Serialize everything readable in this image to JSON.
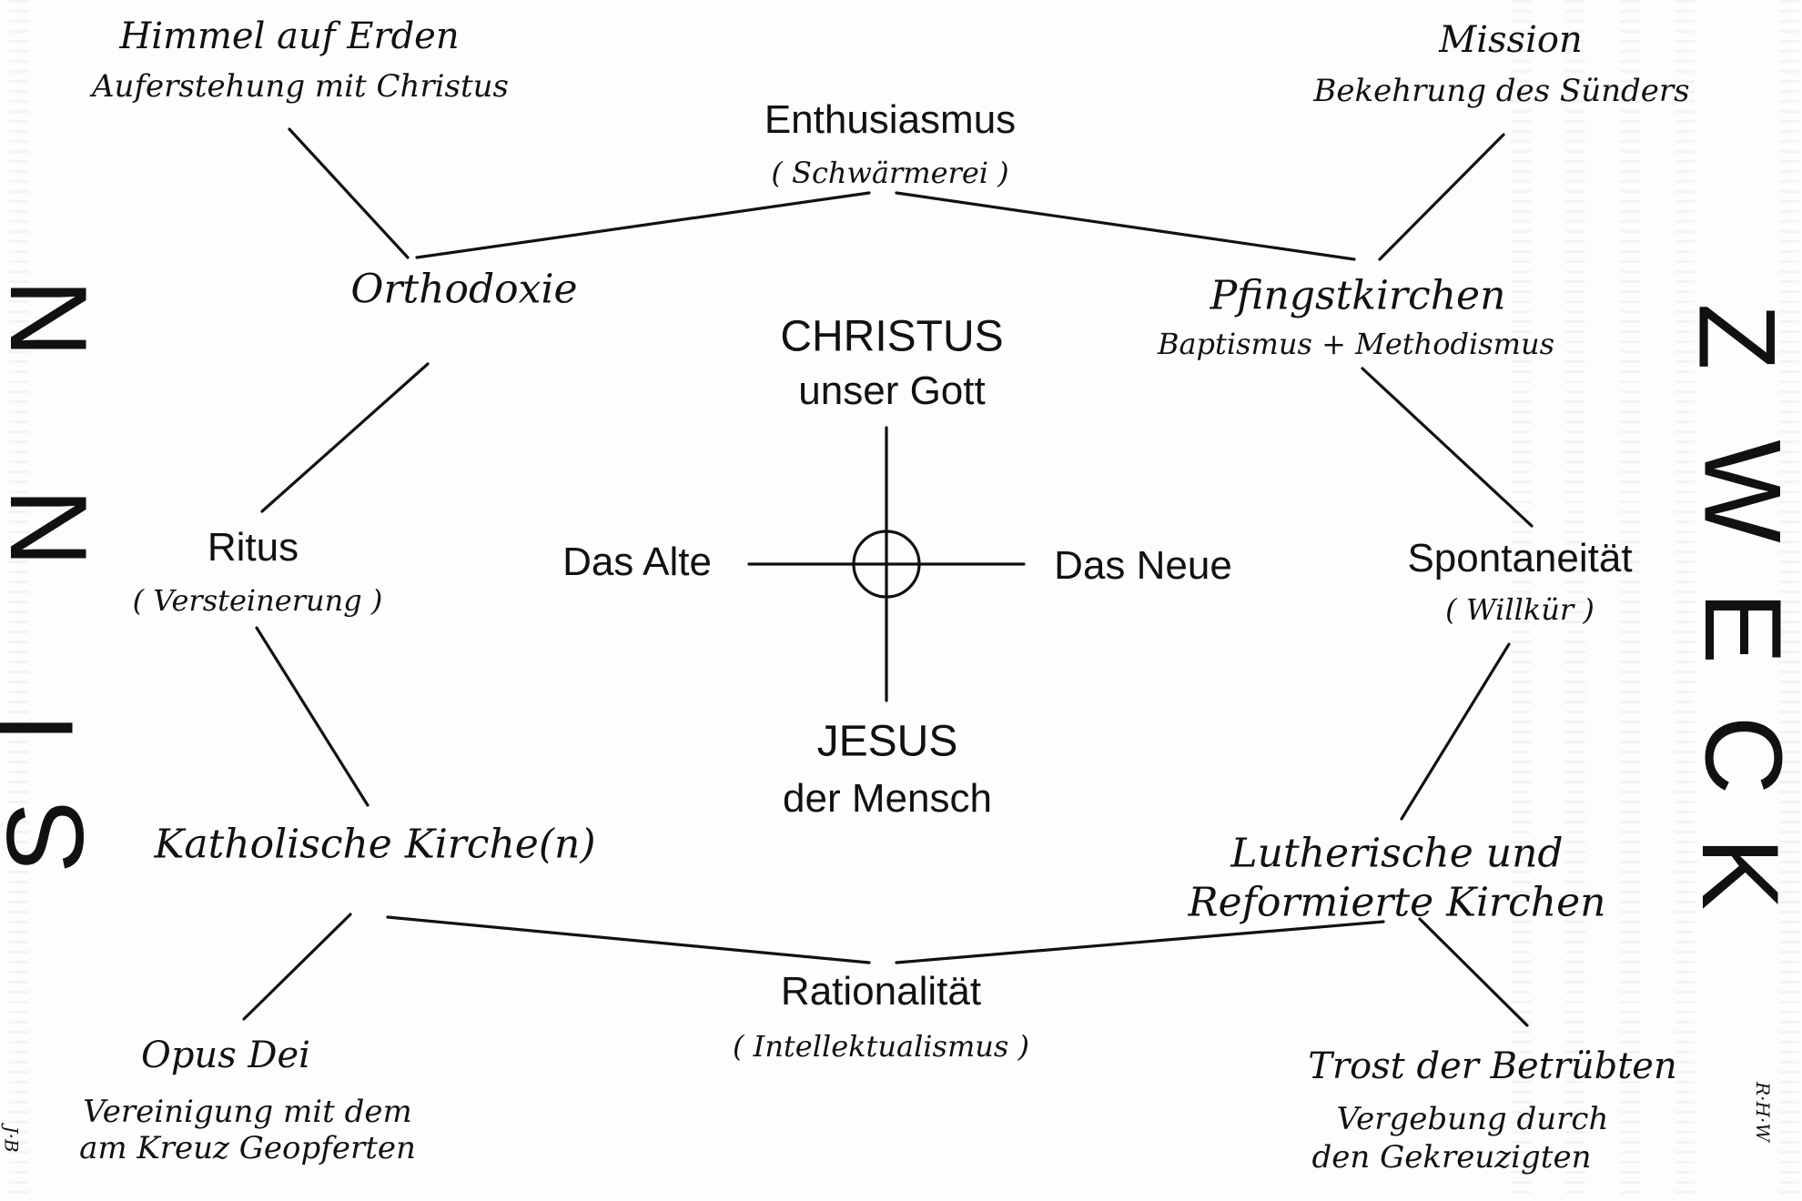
{
  "corners": {
    "top_left": {
      "title": "Himmel auf Erden",
      "subtitle": "Auferstehung mit Christus"
    },
    "top_right": {
      "title": "Mission",
      "subtitle": "Bekehrung des Sünders"
    },
    "bottom_left": {
      "title": "Opus Dei",
      "subtitle_line1": "Vereinigung mit dem",
      "subtitle_line2": "am Kreuz Geopferten"
    },
    "bottom_right": {
      "title": "Trost der Betrübten",
      "subtitle_line1": "Vergebung durch",
      "subtitle_line2": "den Gekreuzigten"
    }
  },
  "poles": {
    "top": {
      "label": "Enthusiasmus",
      "paren": "( Schwärmerei )"
    },
    "bottom": {
      "label": "Rationalität",
      "paren": "( Intellektualismus )"
    },
    "left": {
      "label": "Ritus",
      "paren": "( Versteinerung )"
    },
    "right": {
      "label": "Spontaneität",
      "paren": "( Willkür )"
    }
  },
  "churches": {
    "orthodoxie": "Orthodoxie",
    "pfingst": "Pfingstkirchen",
    "pfingst_sub": "Baptismus + Methodismus",
    "katholisch": "Katholische Kirche(n)",
    "lutherisch_line1": "Lutherische und",
    "lutherisch_line2": "Reformierte Kirchen"
  },
  "center": {
    "top_line1": "CHRISTUS",
    "top_line2": "unser Gott",
    "bottom_line1": "JESUS",
    "bottom_line2": "der Mensch",
    "left": "Das Alte",
    "right": "Das Neue"
  },
  "side_words": {
    "left": [
      "S",
      "I",
      "N",
      "N"
    ],
    "right": [
      "Z",
      "W",
      "E",
      "C",
      "K"
    ]
  },
  "signatures": {
    "left": "J·B",
    "right": "R·H·W"
  }
}
